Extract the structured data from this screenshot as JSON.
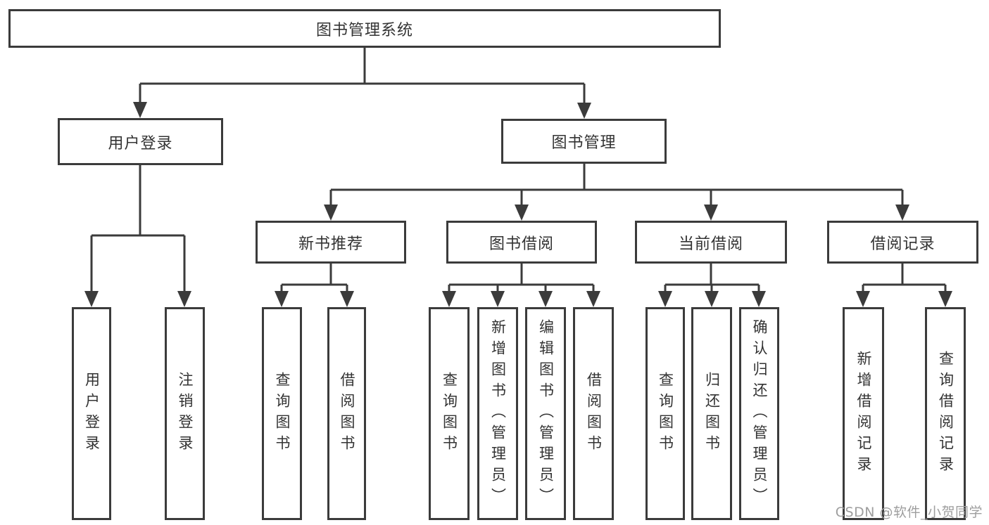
{
  "diagram_type": "hierarchy-tree",
  "tree": {
    "root": {
      "label": "图书管理系统"
    },
    "branches": [
      {
        "label": "用户登录",
        "leaves": [
          {
            "label": "用户登录"
          },
          {
            "label": "注销登录"
          }
        ]
      },
      {
        "label": "图书管理",
        "groups": [
          {
            "label": "新书推荐",
            "leaves": [
              {
                "label": "查询图书"
              },
              {
                "label": "借阅图书"
              }
            ]
          },
          {
            "label": "图书借阅",
            "leaves": [
              {
                "label": "查询图书"
              },
              {
                "label": "新增图书（管理员）"
              },
              {
                "label": "编辑图书（管理员）"
              },
              {
                "label": "借阅图书"
              }
            ]
          },
          {
            "label": "当前借阅",
            "leaves": [
              {
                "label": "查询图书"
              },
              {
                "label": "归还图书"
              },
              {
                "label": "确认归还（管理员）"
              }
            ]
          },
          {
            "label": "借阅记录",
            "leaves": [
              {
                "label": "新增借阅记录"
              },
              {
                "label": "查询借阅记录"
              }
            ]
          }
        ]
      }
    ]
  },
  "watermark": {
    "text": "CSDN @软件_小贺同学"
  },
  "colors": {
    "line": "#3b3b3b",
    "box_border": "#3b3b3b",
    "text": "#333333",
    "watermark": "#9e9e9e",
    "background": "#ffffff"
  }
}
